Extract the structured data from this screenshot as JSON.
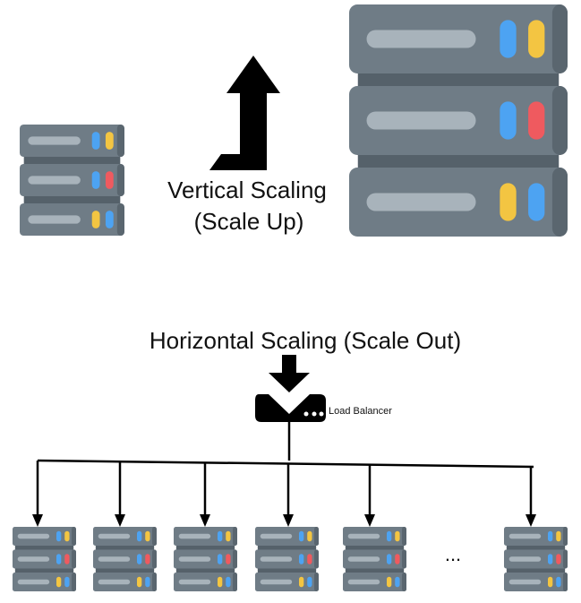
{
  "vertical": {
    "label_line1": "Vertical Scaling",
    "label_line2": "(Scale Up)"
  },
  "horizontal": {
    "title": "Horizontal Scaling (Scale Out)",
    "load_balancer_label": "Load Balancer",
    "ellipsis": "...",
    "server_count_drawn": 6
  },
  "colors": {
    "server_body": "#6f7c86",
    "server_shadow": "#5a666f",
    "server_gap": "#55616a",
    "slot": "#a8b3bb",
    "led_blue": "#4da3f2",
    "led_yellow": "#f3c542",
    "led_red": "#ef5a5f",
    "line": "#000000"
  },
  "small_server_leds": [
    [
      "blue",
      "yellow"
    ],
    [
      "blue",
      "red"
    ],
    [
      "yellow",
      "blue"
    ]
  ],
  "large_server_leds": [
    [
      "blue",
      "yellow"
    ],
    [
      "blue",
      "red"
    ],
    [
      "yellow",
      "blue"
    ]
  ],
  "cluster_server_leds": [
    [
      [
        "blue",
        "yellow"
      ],
      [
        "blue",
        "red"
      ],
      [
        "yellow",
        "blue"
      ]
    ],
    [
      [
        "blue",
        "yellow"
      ],
      [
        "blue",
        "red"
      ],
      [
        "yellow",
        "blue"
      ]
    ],
    [
      [
        "blue",
        "yellow"
      ],
      [
        "blue",
        "red"
      ],
      [
        "yellow",
        "blue"
      ]
    ],
    [
      [
        "blue",
        "yellow"
      ],
      [
        "blue",
        "red"
      ],
      [
        "yellow",
        "blue"
      ]
    ],
    [
      [
        "blue",
        "yellow"
      ],
      [
        "blue",
        "red"
      ],
      [
        "yellow",
        "blue"
      ]
    ],
    [
      [
        "blue",
        "yellow"
      ],
      [
        "blue",
        "red"
      ],
      [
        "yellow",
        "blue"
      ]
    ]
  ]
}
